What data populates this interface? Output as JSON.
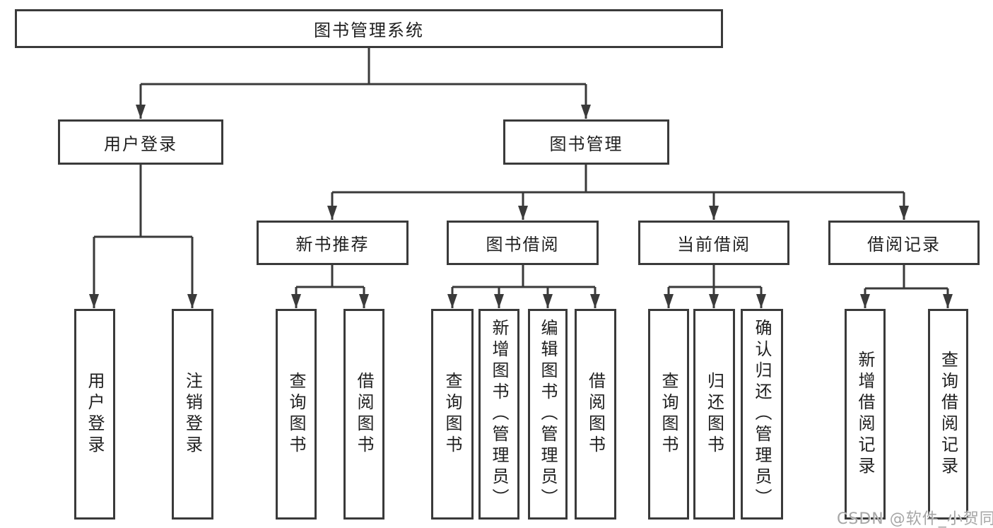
{
  "diagram": {
    "root": {
      "label": "图书管理系统"
    },
    "level2": [
      {
        "label": "用户登录",
        "children": [
          {
            "label": "用户登录"
          },
          {
            "label": "注销登录"
          }
        ]
      },
      {
        "label": "图书管理",
        "children": [
          {
            "label": "新书推荐",
            "children": [
              {
                "label": "查询图书"
              },
              {
                "label": "借阅图书"
              }
            ]
          },
          {
            "label": "图书借阅",
            "children": [
              {
                "label": "查询图书"
              },
              {
                "label": "新增图书（管理员）"
              },
              {
                "label": "编辑图书（管理员）"
              },
              {
                "label": "借阅图书"
              }
            ]
          },
          {
            "label": "当前借阅",
            "children": [
              {
                "label": "查询图书"
              },
              {
                "label": "归还图书"
              },
              {
                "label": "确认归还（管理员）"
              }
            ]
          },
          {
            "label": "借阅记录",
            "children": [
              {
                "label": "新增借阅记录"
              },
              {
                "label": "查询借阅记录"
              }
            ]
          }
        ]
      }
    ]
  },
  "watermark": {
    "text": "CSDN @软件_小贺同学"
  },
  "colors": {
    "line": "#3a3a3a",
    "box_border": "#3a3a3a",
    "box_background": "#ffffff",
    "text": "#1f1f1f",
    "watermark": "#a6a6a6"
  }
}
